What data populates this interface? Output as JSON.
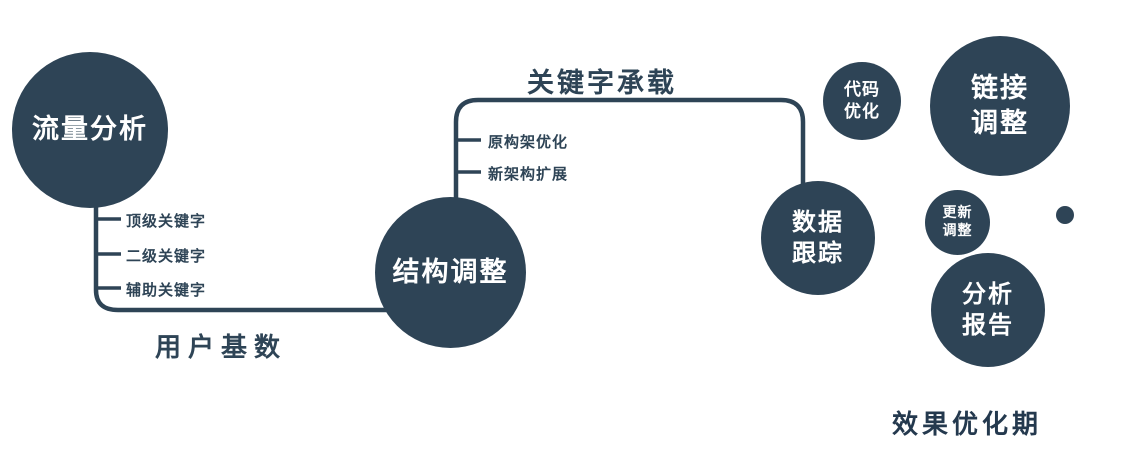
{
  "colors": {
    "primary": "#2e4456",
    "text_on_dark": "#ffffff",
    "background": "#ffffff"
  },
  "nodes": {
    "traffic_analysis": {
      "label": "流量分析"
    },
    "structure_adjust": {
      "label": "结构调整"
    },
    "data_tracking": {
      "lines": [
        "数据",
        "跟踪"
      ]
    },
    "code_optimization": {
      "lines": [
        "代码",
        "优化"
      ]
    },
    "link_adjustment": {
      "lines": [
        "链接",
        "调整"
      ]
    },
    "update_adjustment": {
      "lines": [
        "更新",
        "调整"
      ]
    },
    "analysis_report": {
      "lines": [
        "分析",
        "报告"
      ]
    }
  },
  "edge_labels": {
    "user_base": "用户基数",
    "keyword_bearing": "关键字承载"
  },
  "branches": {
    "left": [
      "顶级关键字",
      "二级关键字",
      "辅助关键字"
    ],
    "middle": [
      "原构架优化",
      "新架构扩展"
    ]
  },
  "footer": {
    "label": "效果优化期"
  }
}
